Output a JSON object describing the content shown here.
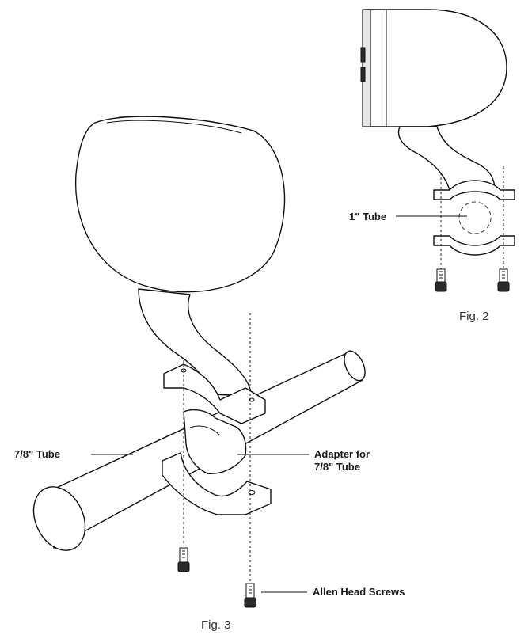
{
  "labels": {
    "one_inch_tube": "1\" Tube",
    "seven_eighths_tube": "7/8\" Tube",
    "adapter_line1": "Adapter for",
    "adapter_line2": "7/8\" Tube",
    "allen_screws": "Allen Head Screws"
  },
  "figures": {
    "fig2": "Fig. 2",
    "fig3": "Fig. 3"
  },
  "icons": {
    "speaker": "speaker-pod-icon",
    "clamp": "tube-clamp-icon",
    "screw": "allen-screw-icon"
  }
}
